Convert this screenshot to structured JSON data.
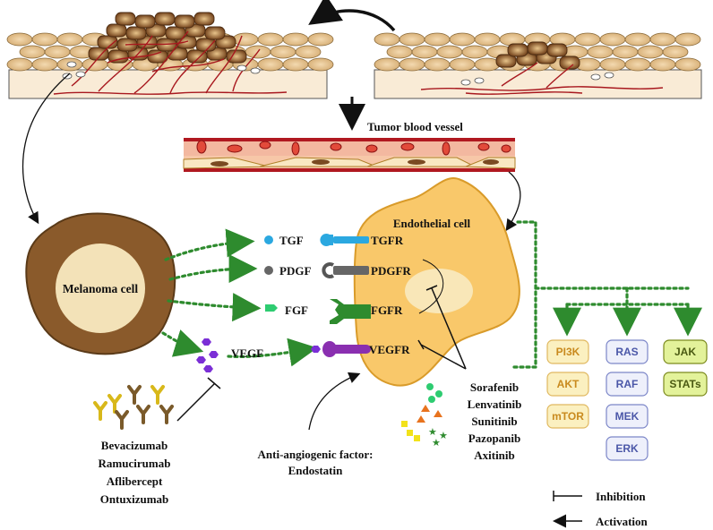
{
  "labels": {
    "tumor_blood_vessel": "Tumor blood vessel",
    "melanoma_cell": "Melanoma cell",
    "endothelial_cell": "Endothelial cell",
    "anti_angiogenic_line1": "Anti-angiogenic factor:",
    "anti_angiogenic_line2": "Endostatin"
  },
  "ligands": [
    "TGF",
    "PDGF",
    "FGF",
    "VEGF"
  ],
  "receptors": [
    "TGFR",
    "PDGFR",
    "FGFR",
    "VEGFR"
  ],
  "tki_drugs": [
    "Sorafenib",
    "Lenvatinib",
    "Sunitinib",
    "Pazopanib",
    "Axitinib"
  ],
  "antibody_drugs": [
    "Bevacizumab",
    "Ramucirumab",
    "Aflibercept",
    "Ontuxizumab"
  ],
  "pathways": {
    "pi3k": [
      "PI3K",
      "AKT",
      "mTOR"
    ],
    "ras": [
      "RAS",
      "RAF",
      "MEK",
      "ERK"
    ],
    "jak": [
      "JAK",
      "STATs"
    ]
  },
  "legend": {
    "inhibition": "Inhibition",
    "activation": "Activation"
  },
  "colors": {
    "melanoma_outer": "#8a5a2b",
    "melanoma_inner": "#f3e2b8",
    "endothelial": "#f9c86a",
    "dotted_arrow": "#2e8b2e",
    "pi3k_box": "#fbf0c0",
    "ras_box": "#eef0fb",
    "jak_box": "#e3f29a"
  }
}
